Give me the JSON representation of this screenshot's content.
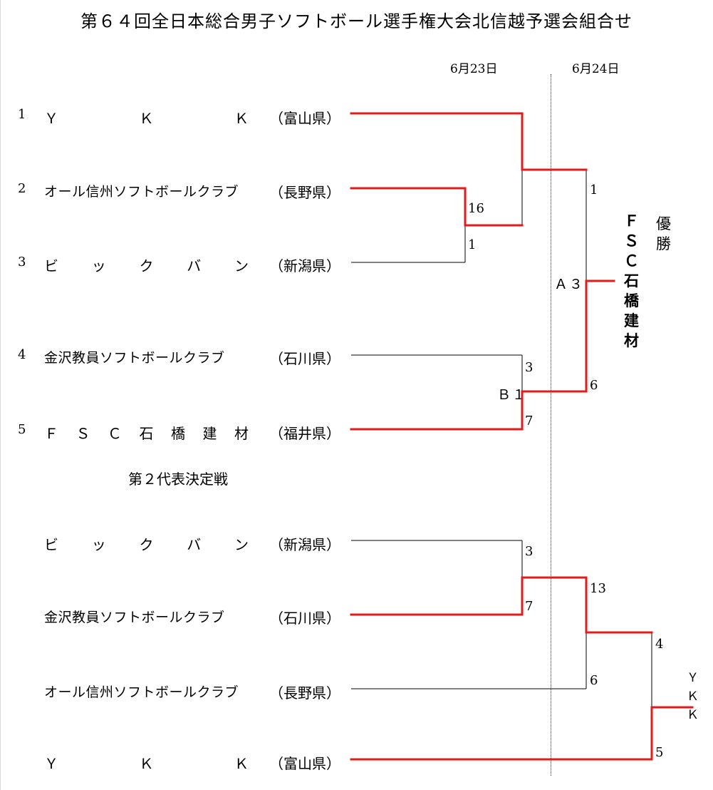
{
  "title": "第６４回全日本総合男子ソフトボール選手権大会北信越予選会組合せ",
  "dates": {
    "day1": "6月23日",
    "day2": "6月24日"
  },
  "main_bracket": {
    "teams": [
      {
        "seed": "1",
        "name": [
          "Ｙ",
          "Ｋ",
          "Ｋ"
        ],
        "pref": "（富山県）"
      },
      {
        "seed": "2",
        "name": "オール信州ソフトボールクラブ",
        "pref": "（長野県）"
      },
      {
        "seed": "3",
        "name": [
          "ビ",
          "ッ",
          "ク",
          "バ",
          "ン"
        ],
        "pref": "（新潟県）"
      },
      {
        "seed": "4",
        "name": "金沢教員ソフトボールクラブ",
        "pref": "（石川県）"
      },
      {
        "seed": "5",
        "name": [
          "Ｆ",
          "Ｓ",
          "Ｃ",
          "石",
          "橋",
          "建",
          "材"
        ],
        "pref": "（福井県）"
      }
    ],
    "scores": {
      "g1_top": "16",
      "g1_bottom": "1",
      "b_top": "3",
      "b_bottom": "7",
      "a_top": "1",
      "a_bottom": "6"
    },
    "game_labels": {
      "a": "Ａ３",
      "b": "Ｂ１"
    },
    "champion": {
      "label": [
        "優",
        "勝"
      ],
      "name": [
        "Ｆ",
        "Ｓ",
        "Ｃ",
        "石",
        "橋",
        "建",
        "材"
      ]
    }
  },
  "second_bracket": {
    "title": "第２代表決定戦",
    "teams": [
      {
        "name": [
          "ビ",
          "ッ",
          "ク",
          "バ",
          "ン"
        ],
        "pref": "（新潟県）"
      },
      {
        "name": "金沢教員ソフトボールクラブ",
        "pref": "（石川県）"
      },
      {
        "name": "オール信州ソフトボールクラブ",
        "pref": "（長野県）"
      },
      {
        "name": [
          "Ｙ",
          "Ｋ",
          "Ｋ"
        ],
        "pref": "（富山県）"
      }
    ],
    "scores": {
      "r1_top": "3",
      "r1_bottom": "7",
      "r2_top": "13",
      "r2_bottom": "6",
      "final_top": "4",
      "final_bottom": "5"
    },
    "winner": [
      "Ｙ",
      "Ｋ",
      "Ｋ"
    ]
  },
  "colors": {
    "winner_line": "#e31b1b",
    "line": "#000000"
  }
}
